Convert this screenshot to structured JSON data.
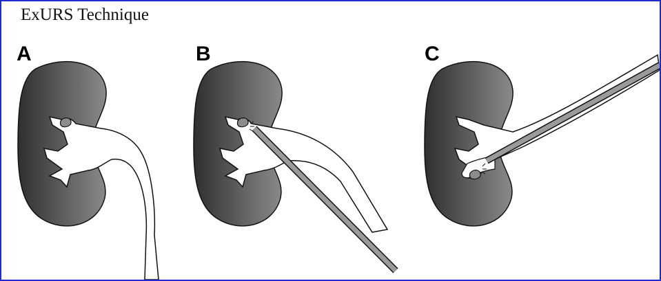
{
  "figure": {
    "title": "ExURS Technique",
    "panels": [
      {
        "label": "A"
      },
      {
        "label": "B"
      },
      {
        "label": "C"
      }
    ],
    "colors": {
      "border": "#1f2bd0",
      "kidney_dark": "#2f2f2f",
      "kidney_light": "#8a8a8a",
      "collecting_system": "#ffffff",
      "scope": "#9a9a9a",
      "stone": "#8c8c8c"
    }
  }
}
